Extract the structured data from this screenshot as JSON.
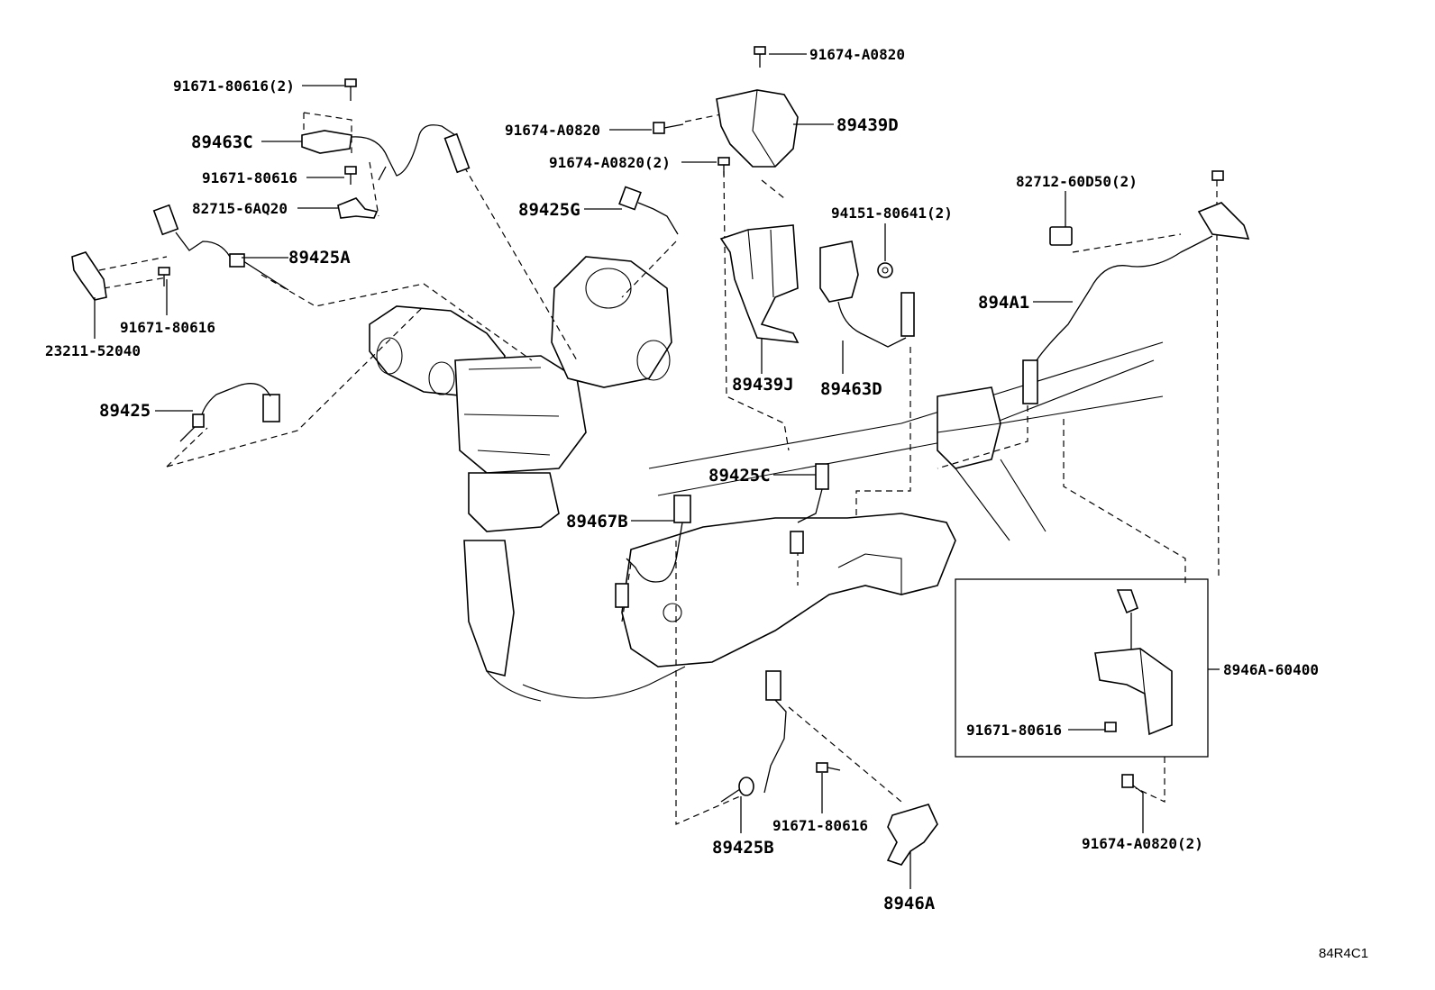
{
  "callouts": {
    "p91671_80616_2": "91671-80616(2)",
    "p89463C": "89463C",
    "p91671_80616_a": "91671-80616",
    "p82715_6AQ20": "82715-6AQ20",
    "p89425A": "89425A",
    "p91671_80616_b": "91671-80616",
    "p23211_52040": "23211-52040",
    "p89425": "89425",
    "p91674_A0820_top": "91674-A0820",
    "p91674_A0820_left": "91674-A0820",
    "p91674_A0820_2_top": "91674-A0820(2)",
    "p89439D": "89439D",
    "p89425G": "89425G",
    "p94151_80641_2": "94151-80641(2)",
    "p82712_60D50_2": "82712-60D50(2)",
    "p894A1": "894A1",
    "p89439J": "89439J",
    "p89463D": "89463D",
    "p89425C": "89425C",
    "p89467B": "89467B",
    "p8946A_60400": "8946A-60400",
    "p91671_80616_c": "91671-80616",
    "p91671_80616_d": "91671-80616",
    "p89425B": "89425B",
    "p8946A": "8946A",
    "p91674_A0820_2_bot": "91674-A0820(2)"
  },
  "diagram_code": "84R4C1"
}
